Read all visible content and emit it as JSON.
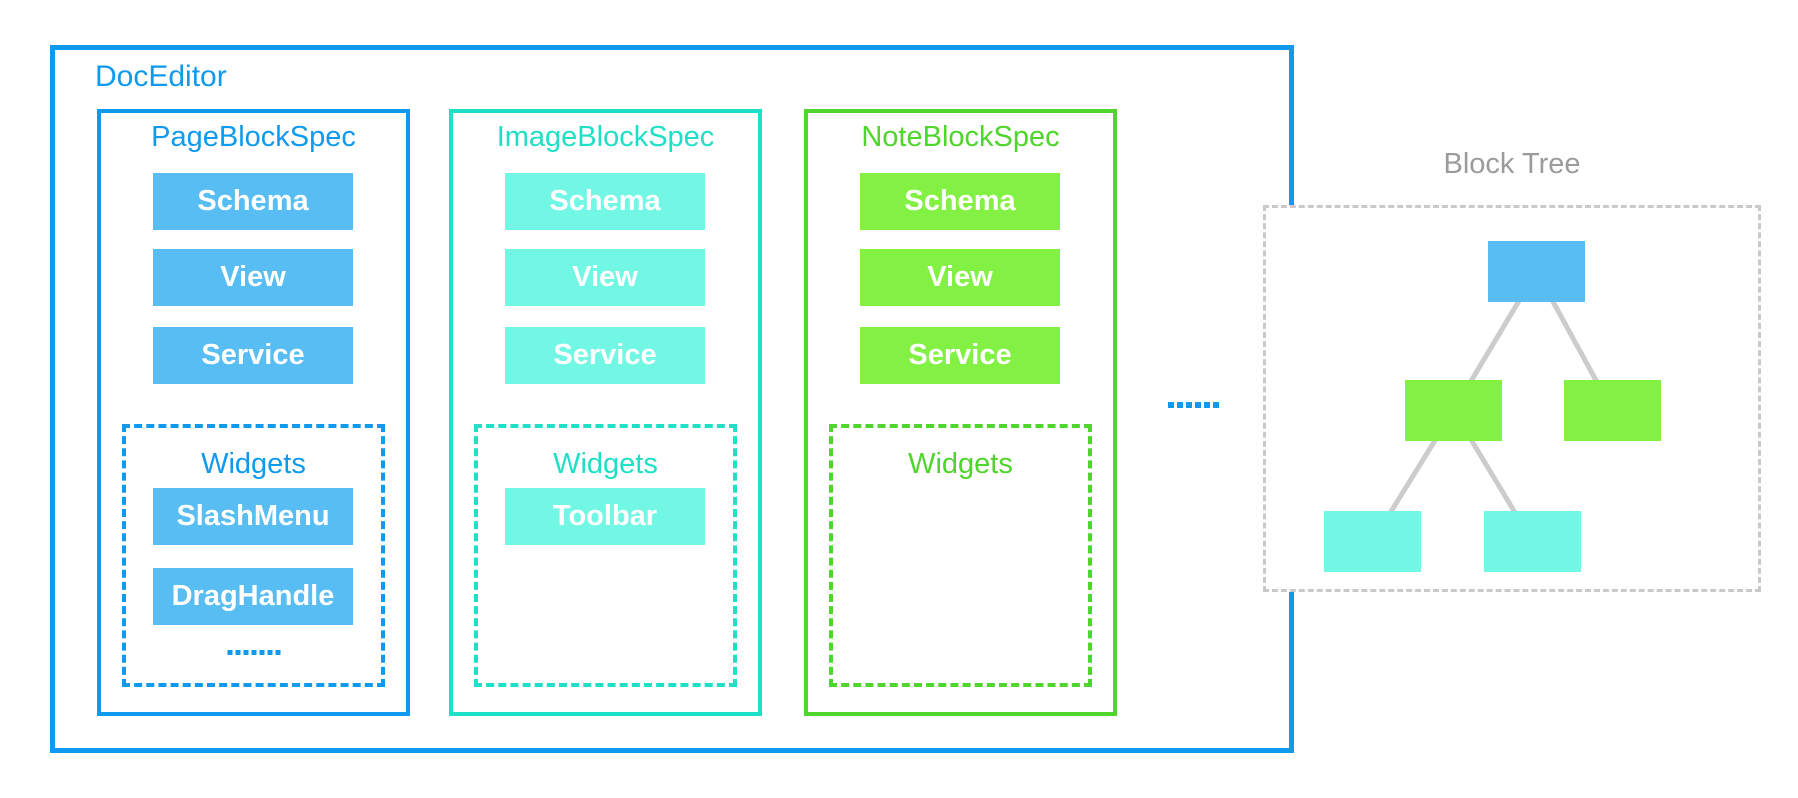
{
  "doc_editor": {
    "label": "DocEditor"
  },
  "columns": [
    {
      "title": "PageBlockSpec",
      "accent_color": "#0F9AEE",
      "fill_color": "#57BDF3",
      "buttons": [
        "Schema",
        "View",
        "Service"
      ],
      "widgets": {
        "title": "Widgets",
        "items": [
          "SlashMenu",
          "DragHandle"
        ],
        "ellipsis": "......"
      }
    },
    {
      "title": "ImageBlockSpec",
      "accent_color": "#1EE0C6",
      "fill_color": "#73F7E5",
      "buttons": [
        "Schema",
        "View",
        "Service"
      ],
      "widgets": {
        "title": "Widgets",
        "items": [
          "Toolbar"
        ]
      }
    },
    {
      "title": "NoteBlockSpec",
      "accent_color": "#4FD52B",
      "fill_color": "#82F144",
      "buttons": [
        "Schema",
        "View",
        "Service"
      ],
      "widgets": {
        "title": "Widgets",
        "items": []
      }
    }
  ],
  "divider_ellipsis": "......",
  "block_tree": {
    "title": "Block Tree",
    "nodes": [
      {
        "id": "root",
        "color": "#57BDF3",
        "children": [
          "branch-left",
          "branch-right"
        ]
      },
      {
        "id": "branch-left",
        "color": "#82F144",
        "children": [
          "leaf-left",
          "leaf-right"
        ]
      },
      {
        "id": "branch-right",
        "color": "#82F144",
        "children": []
      },
      {
        "id": "leaf-left",
        "color": "#73F7E5",
        "children": []
      },
      {
        "id": "leaf-right",
        "color": "#73F7E5",
        "children": []
      }
    ]
  },
  "colors": {
    "blue_accent": "#0F9AEE",
    "blue_fill": "#57BDF3",
    "teal_accent": "#1EE0C6",
    "teal_fill": "#73F7E5",
    "green_accent": "#4FD52B",
    "green_fill": "#82F144",
    "tree_border": "#C9C9C9",
    "tree_line": "#CCCCCC",
    "tree_title": "#9B9B9B"
  }
}
